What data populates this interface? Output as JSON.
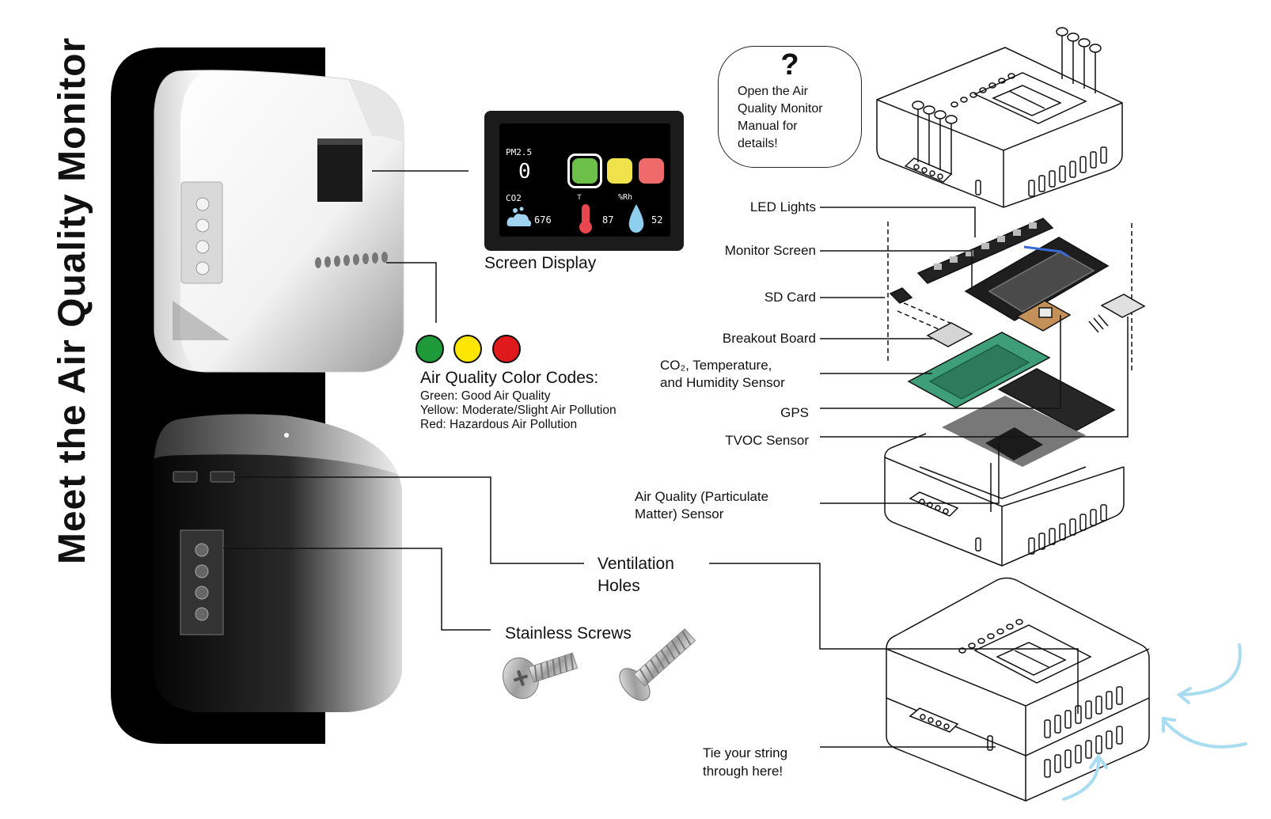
{
  "title": "Meet the Air Quality Monitor",
  "help_bubble": {
    "mark": "?",
    "lines": [
      "Open the Air",
      "Quality Monitor",
      "Manual for",
      "details!"
    ]
  },
  "screen_display": {
    "caption": "Screen Display",
    "pm_label": "PM2.5",
    "pm_value": "0",
    "co2_label": "CO2",
    "co2_value": "676",
    "temp_value": "87",
    "rh_label": "%Rh",
    "rh_value": "52"
  },
  "color_codes": {
    "heading": "Air Quality Color Codes:",
    "lines": [
      "Green: Good Air Quality",
      "Yellow: Moderate/Slight Air Pollution",
      "Red: Hazardous Air Pollution"
    ],
    "colors": {
      "green": "#1f9a3a",
      "yellow": "#ffe600",
      "red": "#e0191c"
    }
  },
  "components": {
    "led_lights": "LED Lights",
    "monitor_screen": "Monitor Screen",
    "sd_card": "SD Card",
    "breakout_board": "Breakout Board",
    "co2_sensor": [
      "CO₂, Temperature,",
      "and Humidity Sensor"
    ],
    "gps": "GPS",
    "tvoc": "TVOC Sensor",
    "pm_sensor": [
      "Air Quality (Particulate",
      "Matter) Sensor"
    ]
  },
  "ventilation": [
    "Ventilation",
    "Holes"
  ],
  "screws": "Stainless Screws",
  "string_note": [
    "Tie your string",
    "through here!"
  ],
  "accent_colors": {
    "airflow": "#a8dcf0",
    "pcb_green": "#3f9e7a",
    "panel_black": "#000000"
  }
}
